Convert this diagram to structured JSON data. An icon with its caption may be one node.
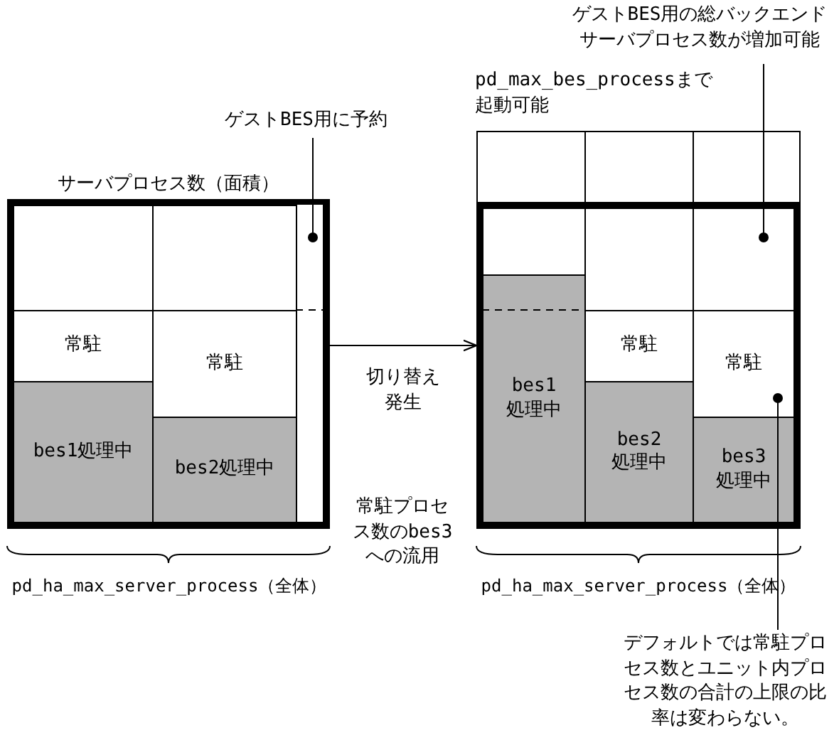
{
  "diagram": {
    "nodes": [
      {
        "text": [
          "サーバプロセス数（面積）"
        ]
      },
      {
        "text": [
          "常駐"
        ],
        "in": 0
      },
      {
        "text": [
          "常駐"
        ],
        "in": 0
      },
      {
        "text": [
          "bes1処理中"
        ],
        "in": 0
      },
      {
        "text": [
          "bes2処理中"
        ],
        "in": 0
      },
      {
        "text": [],
        "shape": "box",
        "in": 0
      },
      {
        "text": [
          "ゲストBES用に予約"
        ]
      },
      {
        "text": [
          "ゲストBES用の総バックエンドサーバプロセス数が増加可能"
        ]
      },
      {
        "text": [
          "pd_max_bes_processまで起動可能"
        ]
      },
      {
        "text": [],
        "shape": "box"
      },
      {
        "text": [],
        "shape": "box",
        "in": 9
      },
      {
        "text": [
          "bes1 処理中"
        ],
        "in": 9
      },
      {
        "text": [
          "常駐"
        ],
        "in": 9
      },
      {
        "text": [
          "常駐"
        ],
        "in": 9
      },
      {
        "text": [
          "bes2 処理中"
        ],
        "in": 9
      },
      {
        "text": [
          "bes3 処理中"
        ],
        "in": 9
      },
      {
        "text": [
          "デフォルトでは常駐プロセス数とユニット内プロセス数の合計の上限の比率は変わらない。"
        ]
      },
      {
        "text": [],
        "shape": "box",
        "in": 0
      },
      {
        "text": [],
        "shape": "box",
        "in": 0
      },
      {
        "text": [],
        "shape": "box",
        "in": 9
      },
      {
        "text": [],
        "shape": "box",
        "in": 9
      },
      {
        "text": [],
        "shape": "box"
      },
      {
        "text": [],
        "shape": "box"
      },
      {
        "text": [],
        "shape": "box"
      }
    ],
    "edges": [
      {
        "from": 0,
        "to": 9,
        "arrow": "to",
        "label": "切り替え発生"
      },
      {
        "from": 6,
        "to": 5,
        "arrow": "other"
      },
      {
        "from": 7,
        "to": 10,
        "arrow": "other"
      },
      {
        "from": 16,
        "to": 13,
        "arrow": "other"
      }
    ],
    "labels": [
      "常駐プロセス数のbes3への流用",
      "pd_ha_max_server_process（全体）",
      "pd_ha_max_server_process（全体）"
    ]
  }
}
